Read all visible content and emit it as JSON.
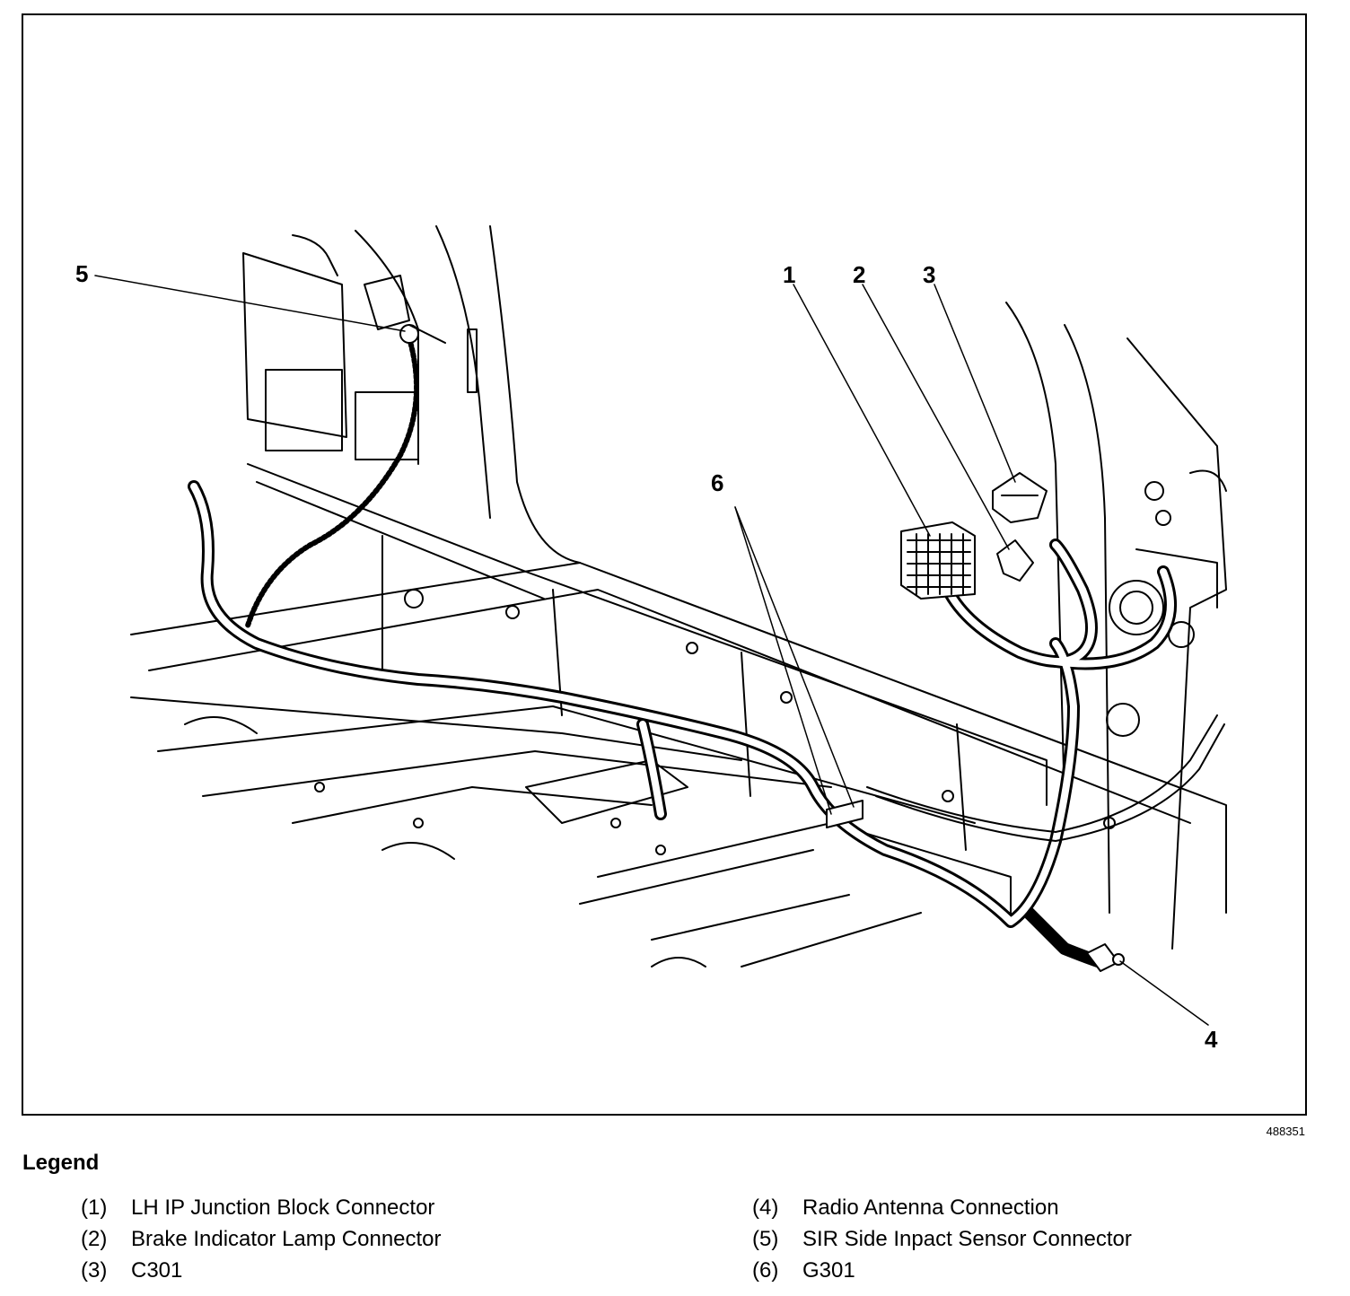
{
  "callouts": {
    "c1": "1",
    "c2": "2",
    "c3": "3",
    "c4": "4",
    "c5": "5",
    "c6": "6"
  },
  "figure_id": "488351",
  "legend": {
    "title": "Legend",
    "items": [
      {
        "num": "(1)",
        "label": "LH IP Junction Block Connector"
      },
      {
        "num": "(2)",
        "label": "Brake Indicator Lamp Connector"
      },
      {
        "num": "(3)",
        "label": "C301"
      },
      {
        "num": "(4)",
        "label": "Radio Antenna Connection"
      },
      {
        "num": "(5)",
        "label": "SIR Side Inpact Sensor Connector"
      },
      {
        "num": "(6)",
        "label": "G301"
      }
    ]
  }
}
